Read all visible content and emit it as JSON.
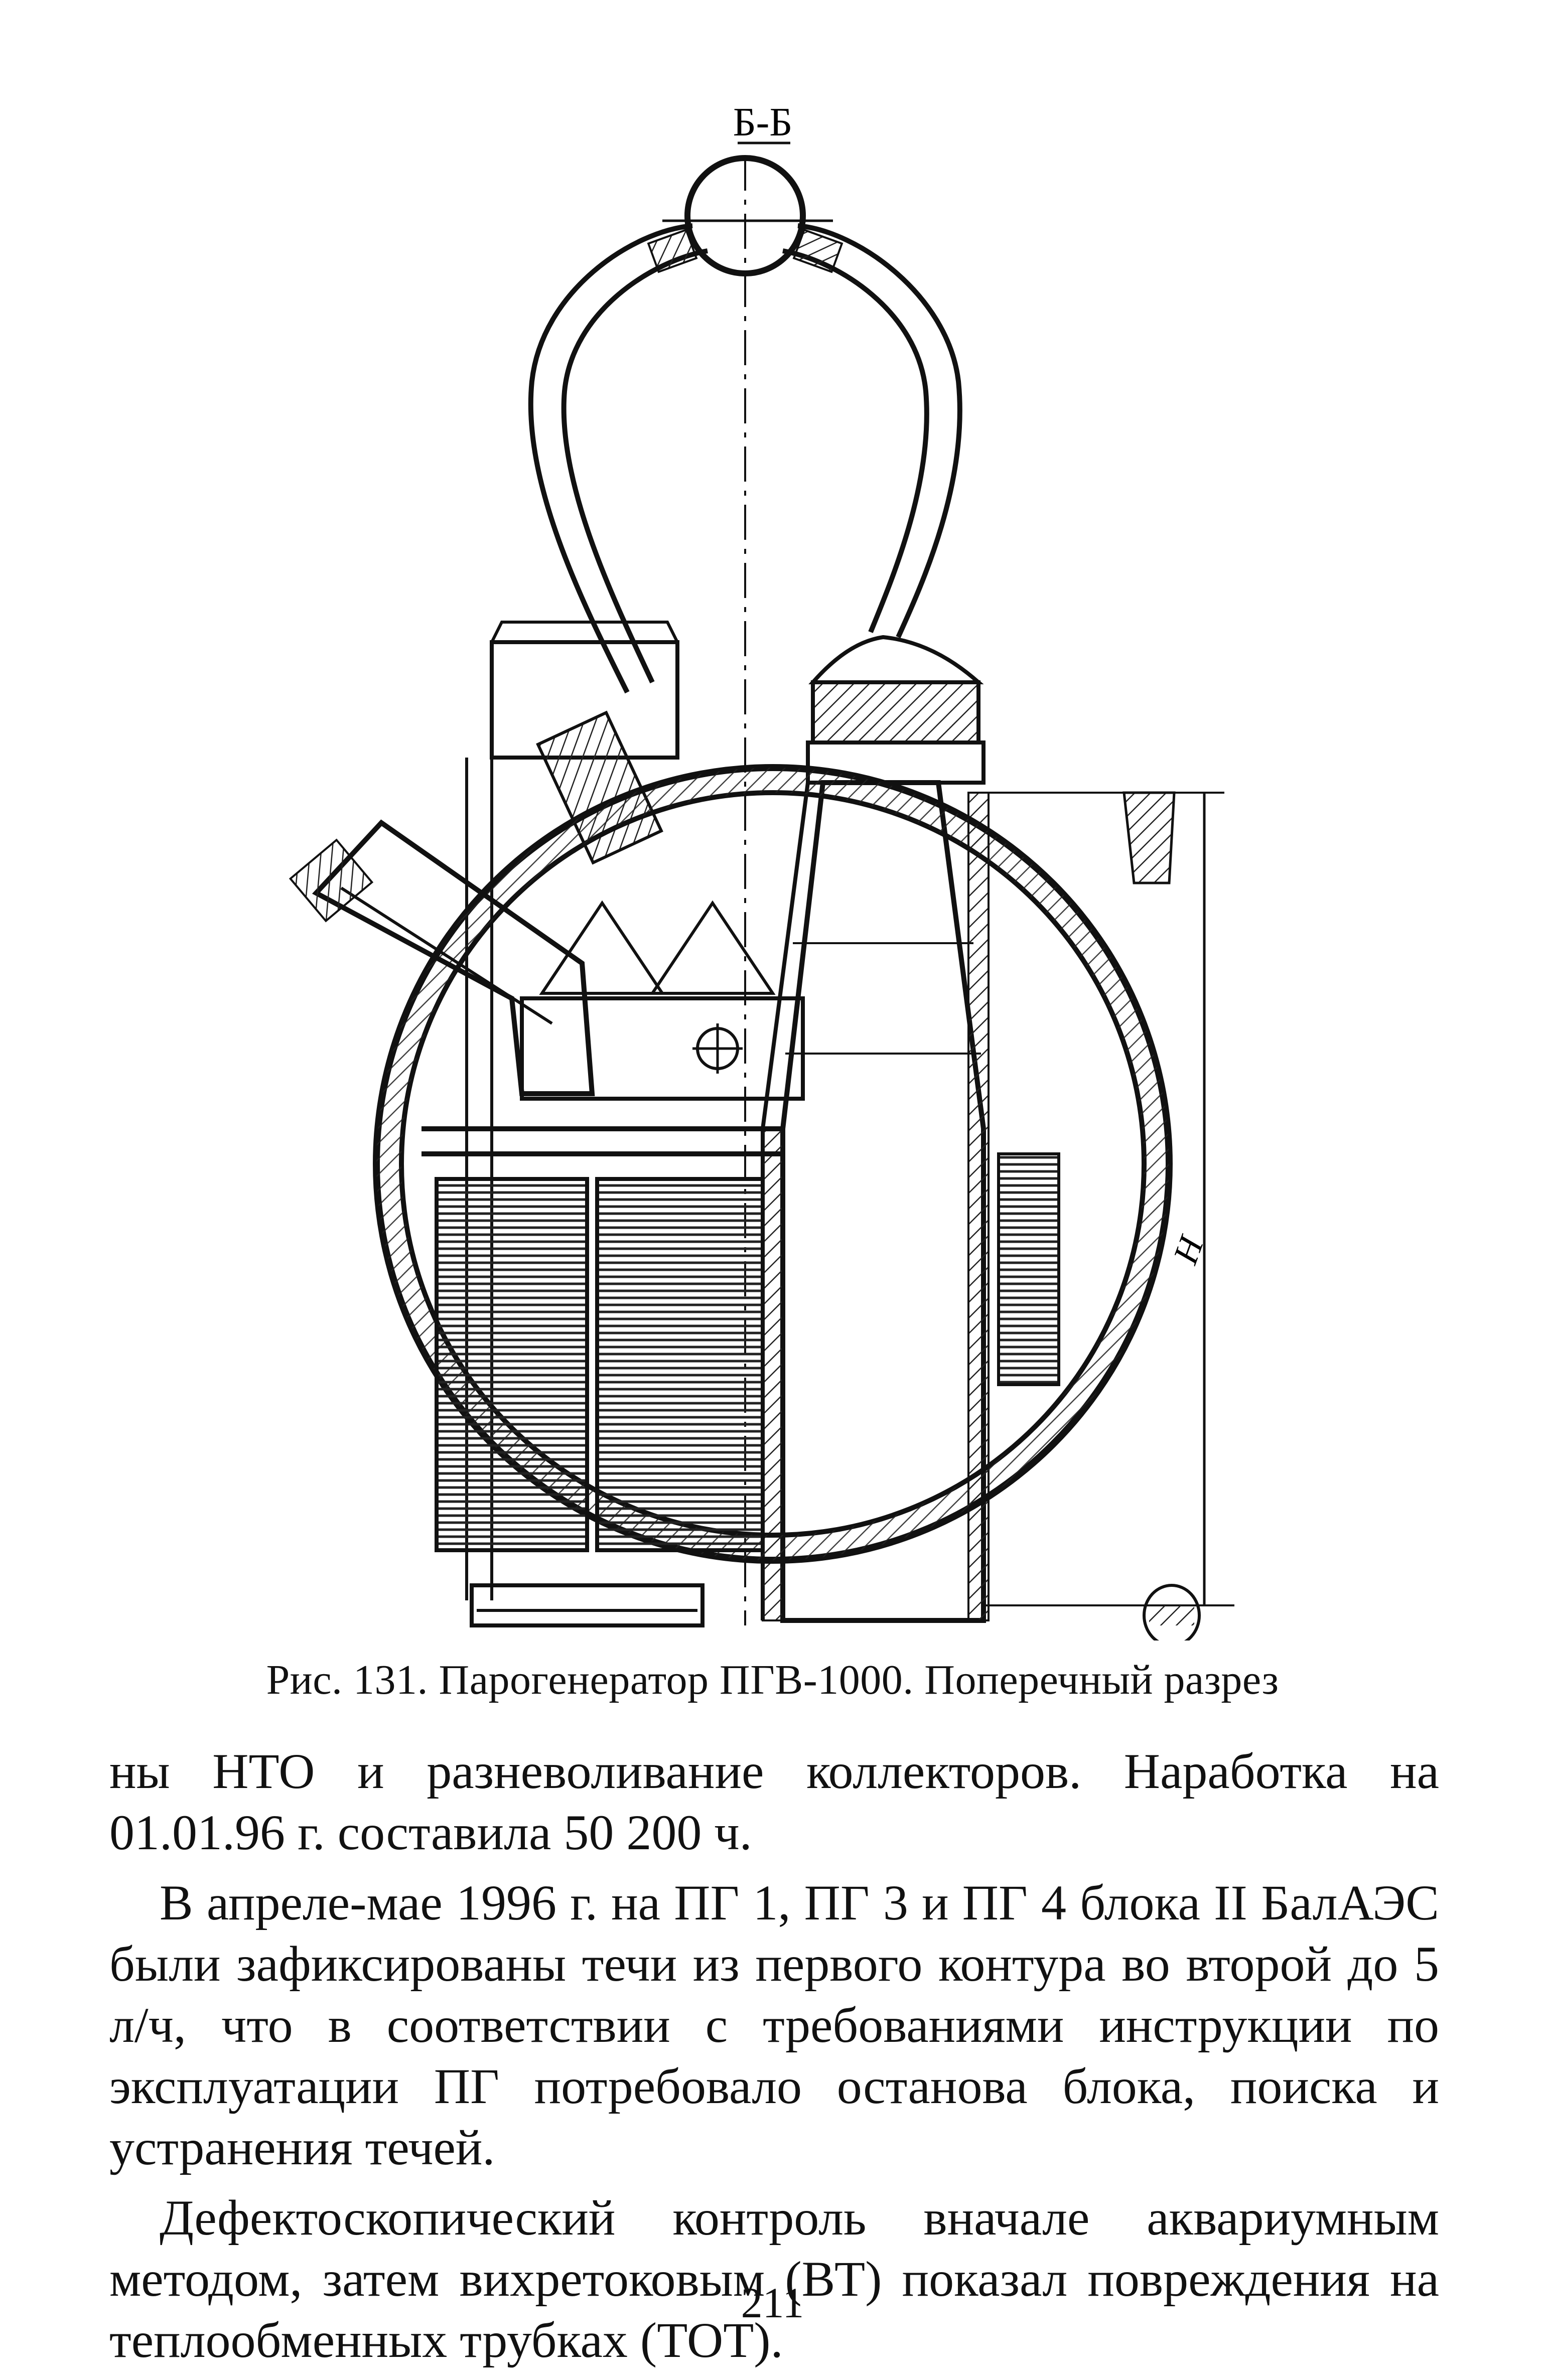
{
  "figure": {
    "section_label": "Б-Б",
    "dimension_label": "H"
  },
  "caption": "Рис. 131. Парогенератор ПГВ-1000. Поперечный разрез",
  "paragraphs": [
    "ны НТО и разневоливание коллекторов. Наработка на 01.01.96 г. составила 50 200 ч.",
    "В апреле-мае 1996 г. на ПГ 1, ПГ 3 и ПГ 4 блока II БалАЭС были зафиксированы течи из первого контура во второй до 5 л/ч, что в соответствии с требованиями инструкции по эксплуатации ПГ потребовало останова блока, поиска и устранения течей.",
    "Дефектоскопический контроль вначале аквариумным методом, затем вихретоковым (ВТ) показал повреждения на теплообменных трубках (ТОТ)."
  ],
  "page_number": "211"
}
